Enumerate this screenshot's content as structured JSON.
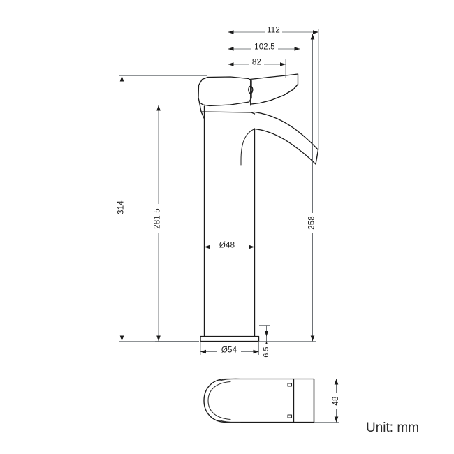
{
  "drawing": {
    "title": "Basin mixer tap technical dimension drawing",
    "unit_note": "Unit: mm",
    "background_color": "#ffffff",
    "line_color": "#1a1a1a",
    "dimension_color": "#555a5e",
    "views": [
      {
        "name": "front-elevation",
        "description": "Tall basin mixer tap shown from the front with lever handle and curved spout"
      },
      {
        "name": "plan-view",
        "description": "Top down outline of the tap body and handle"
      }
    ],
    "dimensions": {
      "overall_spout_reach": {
        "value": "112",
        "orientation": "horizontal",
        "view": "front-elevation"
      },
      "handle_reach": {
        "value": "102.5",
        "orientation": "horizontal",
        "view": "front-elevation"
      },
      "lever_length": {
        "value": "82",
        "orientation": "horizontal",
        "view": "front-elevation"
      },
      "overall_height": {
        "value": "314",
        "orientation": "vertical",
        "view": "front-elevation"
      },
      "body_height": {
        "value": "281.5",
        "orientation": "vertical",
        "view": "front-elevation"
      },
      "spout_height": {
        "value": "258",
        "orientation": "vertical",
        "view": "front-elevation"
      },
      "body_diameter": {
        "value": "Ø48",
        "orientation": "horizontal",
        "view": "front-elevation"
      },
      "base_diameter": {
        "value": "Ø54",
        "orientation": "horizontal",
        "view": "front-elevation"
      },
      "base_thickness": {
        "value": "6.5",
        "orientation": "vertical",
        "view": "front-elevation"
      },
      "plan_width": {
        "value": "48",
        "orientation": "vertical",
        "view": "plan-view"
      }
    }
  }
}
